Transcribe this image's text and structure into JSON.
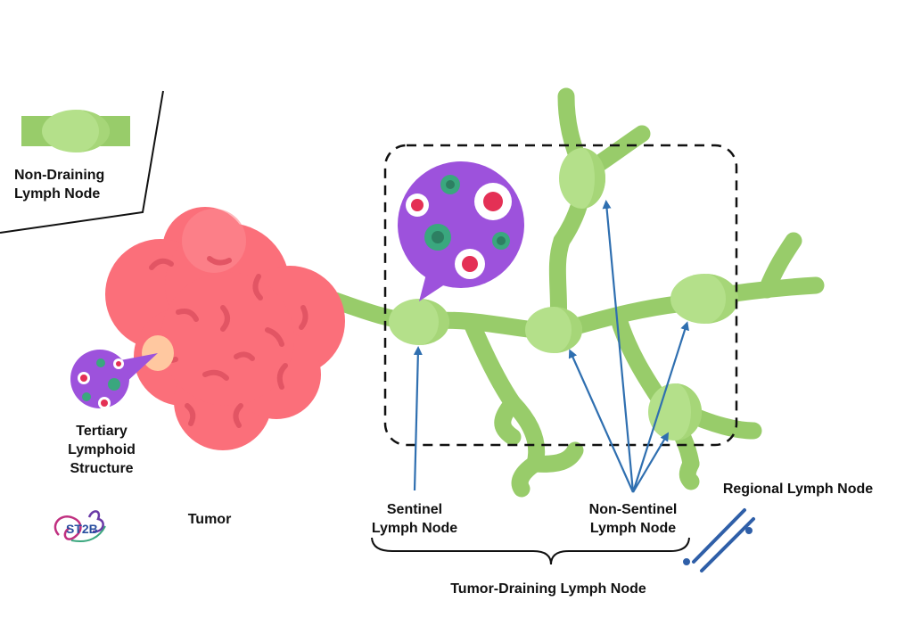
{
  "labels": {
    "non_draining": "Non-Draining\nLymph Node",
    "tertiary": "Tertiary\nLymphoid\nStructure",
    "tumor": "Tumor",
    "sentinel": "Sentinel\nLymph Node",
    "non_sentinel": "Non-Sentinel\nLymph Node",
    "regional": "Regional Lymph Node",
    "tumor_draining": "Tumor-Draining Lymph Node",
    "logo_text": "ST2B"
  },
  "colors": {
    "vessel": "#98cc6a",
    "node": "#b4e08a",
    "tumor": "#fb6f7a",
    "tumor_light": "#fd8a91",
    "tumor_stroke": "#e25564",
    "bubble": "#9d52dc",
    "virus": "#3aa77e",
    "cell_red": "#e43055",
    "arrow": "#2f6fb0",
    "dash": "#111111",
    "tls_spot": "#ffc8a0"
  },
  "icons": [
    "non-draining-node-icon",
    "tumor-icon",
    "lymph-vessel-network",
    "zoom-bubble-icon",
    "st2b-logo-icon",
    "regional-node-break-icon"
  ]
}
